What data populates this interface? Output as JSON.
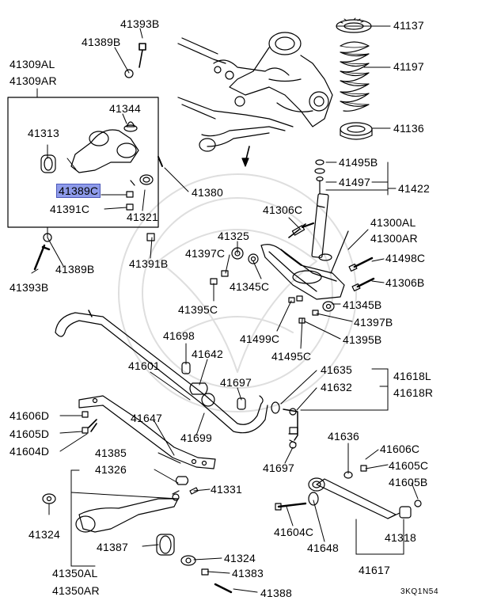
{
  "labels": {
    "l41393B_top": "41393B",
    "l41389B_top": "41389B",
    "l41309AL": "41309AL",
    "l41309AR": "41309AR",
    "l41344": "41344",
    "l41313": "41313",
    "l41389C": "41389C",
    "l41391C": "41391C",
    "l41321": "41321",
    "l41380": "41380",
    "l41389B_bottom": "41389B",
    "l41393B_bottom": "41393B",
    "l41391B": "41391B",
    "l41137": "41137",
    "l41197": "41197",
    "l41136": "41136",
    "l41495B": "41495B",
    "l41497": "41497",
    "l41422": "41422",
    "l41306C": "41306C",
    "l41300AL": "41300AL",
    "l41300AR": "41300AR",
    "l41325": "41325",
    "l41397C": "41397C",
    "l41498C": "41498C",
    "l41345C": "41345C",
    "l41306B": "41306B",
    "l41395C": "41395C",
    "l41345B": "41345B",
    "l41397B": "41397B",
    "l41499C": "41499C",
    "l41395B": "41395B",
    "l41495C": "41495C",
    "l41698": "41698",
    "l41642": "41642",
    "l41601": "41601",
    "l41697_top": "41697",
    "l41635": "41635",
    "l41632": "41632",
    "l41618L": "41618L",
    "l41618R": "41618R",
    "l41647": "41647",
    "l41606D": "41606D",
    "l41605D": "41605D",
    "l41604D": "41604D",
    "l41699": "41699",
    "l41385": "41385",
    "l41697_bottom": "41697",
    "l41326": "41326",
    "l41331": "41331",
    "l41636": "41636",
    "l41606C": "41606C",
    "l41605C": "41605C",
    "l41605B": "41605B",
    "l41324_left": "41324",
    "l41604C": "41604C",
    "l41318": "41318",
    "l41387": "41387",
    "l41648": "41648",
    "l41324_right": "41324",
    "l41617": "41617",
    "l41350AL": "41350AL",
    "l41383": "41383",
    "l41350AR": "41350AR",
    "l41388": "41388"
  },
  "highlighted_part": "41389C",
  "highlight_color": "#8e9bea",
  "diagram_code": "3KQ1N54"
}
